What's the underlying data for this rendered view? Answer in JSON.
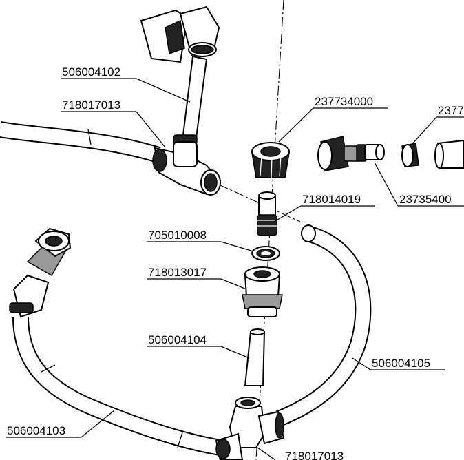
{
  "labels": {
    "l1": "506004102",
    "l2": "718017013",
    "l3": "237734000",
    "l4": "2377",
    "l5": "718014019",
    "l6": "23735400",
    "l7": "705010008",
    "l8": "718013017",
    "l9": "506004104",
    "l10": "506004105",
    "l11": "506004103",
    "l12": "718017013"
  }
}
